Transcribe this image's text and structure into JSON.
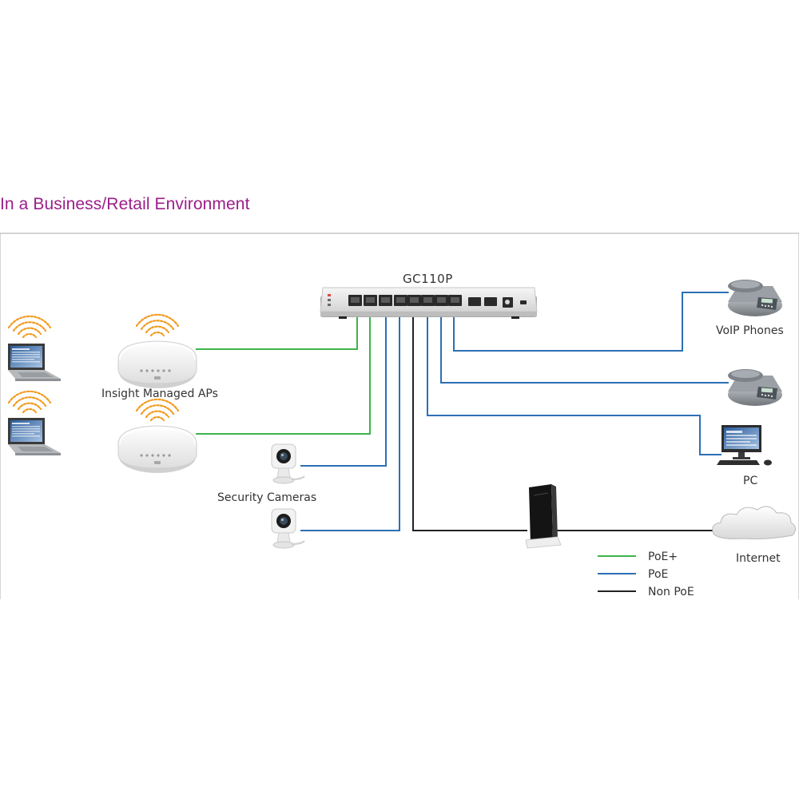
{
  "title": "In a Business/Retail Environment",
  "colors": {
    "title": "#9c1e8a",
    "poe_plus": "#3cb44b",
    "poe": "#2c6fb5",
    "non_poe": "#222222",
    "wifi": "#f39a1e",
    "frame": "#bbbbbb"
  },
  "nodes": {
    "switch": "GC110P",
    "aps": "Insight Managed APs",
    "cameras": "Security Cameras",
    "phones": "VoIP Phones",
    "pc": "PC",
    "internet": "Internet"
  },
  "legend": [
    {
      "label": "PoE+",
      "color": "#3cb44b"
    },
    {
      "label": "PoE",
      "color": "#2c6fb5"
    },
    {
      "label": "Non PoE",
      "color": "#222222"
    }
  ],
  "icons": [
    "laptop-icon",
    "wifi-waves-icon",
    "access-point-icon",
    "network-switch-icon",
    "security-camera-icon",
    "voip-phone-icon",
    "desktop-pc-icon",
    "router-icon",
    "cloud-icon"
  ]
}
